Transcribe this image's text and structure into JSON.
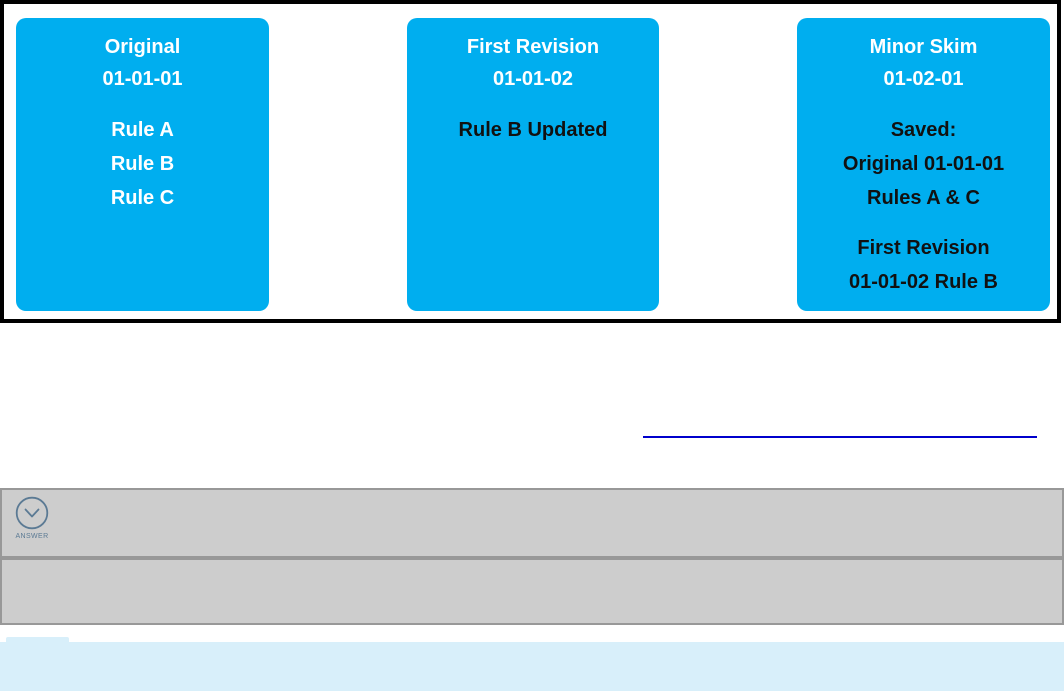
{
  "colors": {
    "card_blue": "#00AEEF",
    "frame_border": "#000000",
    "answer_blank_line": "#0000CC",
    "toolbar_fill": "#CDCDCD",
    "toolbar_border": "#989898",
    "answer_icon_slate": "#5B7A94",
    "bottom_panel_blue": "#D8EFFA",
    "card_title_text": "#FFFFFF",
    "card_dark_text": "#111111"
  },
  "diagram": {
    "cards": [
      {
        "title": "Original",
        "code": "01-01-01",
        "paragraphs": [
          [
            "Rule A",
            "Rule B",
            "Rule C"
          ]
        ]
      },
      {
        "title": "First Revision",
        "code": "01-01-02",
        "paragraphs": [
          [
            "Rule B Updated"
          ]
        ]
      },
      {
        "title": "Minor Skim",
        "code": "01-02-01",
        "paragraphs": [
          [
            "Saved:",
            "Original 01-01-01",
            "Rules A & C"
          ],
          [
            "First Revision",
            "01-01-02 Rule B"
          ]
        ]
      }
    ]
  },
  "answer_bar": {
    "label": "ANSWER",
    "icon": "chevron-down-circle"
  }
}
